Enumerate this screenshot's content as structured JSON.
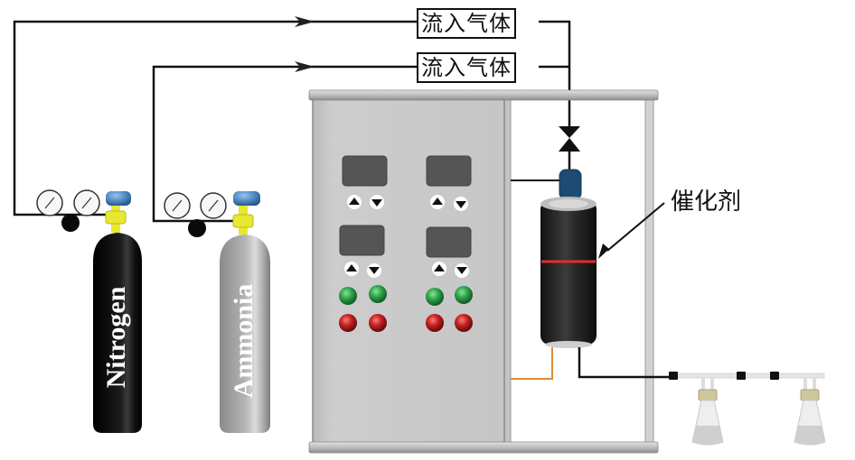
{
  "diagram": {
    "inlet_labels": [
      "流入气体",
      "流入气体"
    ],
    "cylinders": [
      {
        "name": "Nitrogen",
        "label": "Nitrogen",
        "color": "#0a0a0a"
      },
      {
        "name": "Ammonia",
        "label": "Ammonia",
        "color": "#a8a8a8"
      }
    ],
    "catalyst_label": "催化剂",
    "control_panel": {
      "displays": 4,
      "up_down_buttons": 4,
      "green_indicators": 4,
      "red_indicators": 4
    },
    "colors": {
      "pipe": "#111111",
      "panel": "#c8c8c8",
      "reactor": "#2b2b2b",
      "catalyst_band": "#e32b2b",
      "valve_cap": "#4a86c0",
      "regulator": "#e8e830",
      "green_light": "#2fa84a",
      "red_light": "#cc2020",
      "heater_wire": "#e08a3a"
    }
  }
}
